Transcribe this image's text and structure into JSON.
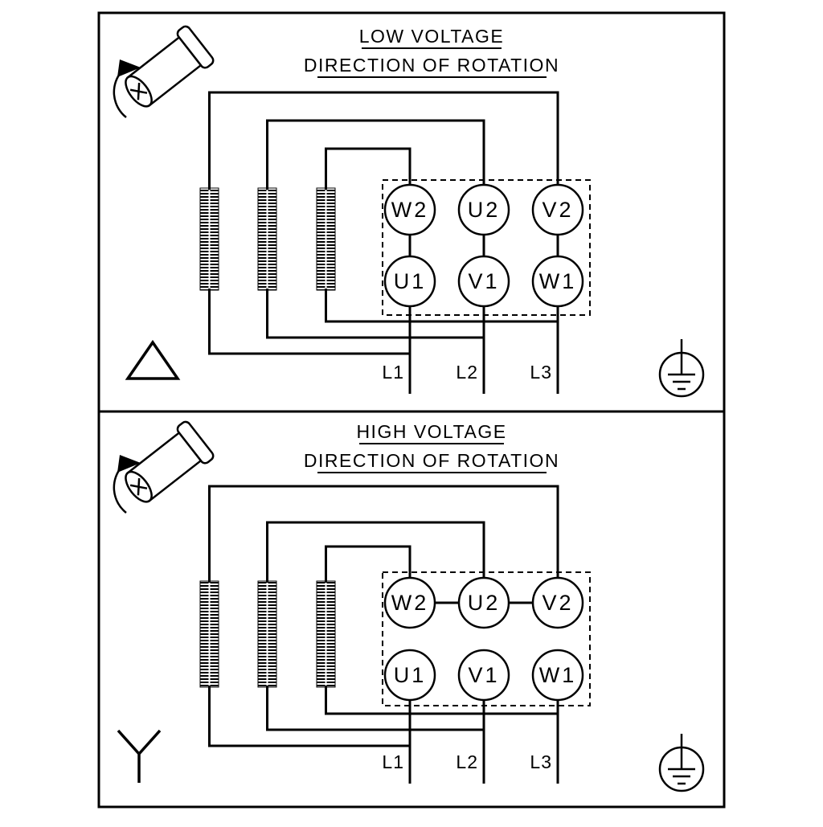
{
  "panels": [
    {
      "title": "LOW VOLTAGE",
      "subtitle": "DIRECTION OF ROTATION",
      "connection": "delta",
      "terminals_top": [
        "W2",
        "U2",
        "V2"
      ],
      "terminals_bottom": [
        "U1",
        "V1",
        "W1"
      ],
      "leads": [
        "L1",
        "L2",
        "L3"
      ],
      "icons": [
        "motor-shaft-rotation-icon",
        "delta-connection-icon",
        "earth-ground-icon"
      ]
    },
    {
      "title": "HIGH VOLTAGE",
      "subtitle": "DIRECTION OF ROTATION",
      "connection": "star",
      "terminals_top": [
        "W2",
        "U2",
        "V2"
      ],
      "terminals_bottom": [
        "U1",
        "V1",
        "W1"
      ],
      "leads": [
        "L1",
        "L2",
        "L3"
      ],
      "icons": [
        "motor-shaft-rotation-icon",
        "star-connection-icon",
        "earth-ground-icon"
      ]
    }
  ],
  "colors": {
    "line": "#000000",
    "background": "#ffffff"
  }
}
